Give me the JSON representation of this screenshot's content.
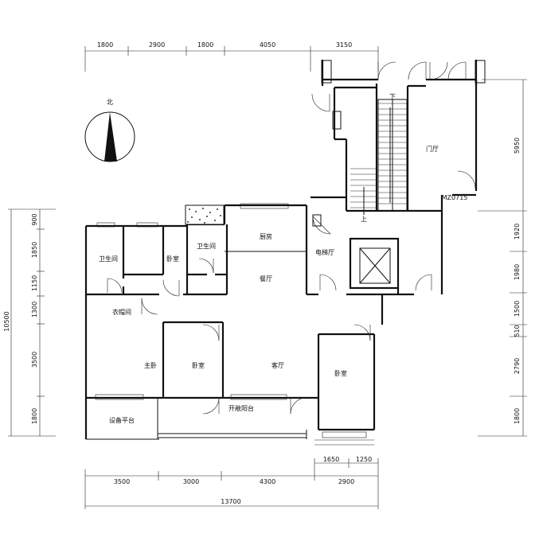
{
  "compass": {
    "north_label": "北"
  },
  "dims_top": [
    "1800",
    "2900",
    "1800",
    "4050",
    "3150"
  ],
  "dims_bottom": [
    "3500",
    "3000",
    "4300",
    "2900"
  ],
  "dims_bottom_total": "13700",
  "dims_window": [
    "1650",
    "1250"
  ],
  "dims_left": [
    "900",
    "1850",
    "1150",
    "1300",
    "3500",
    "1800"
  ],
  "dims_left_total": "10500",
  "dims_right": [
    "5950",
    "1920",
    "1980",
    "1500",
    "510",
    "2790",
    "1800"
  ],
  "rooms": {
    "bath1": "卫生间",
    "bedroom_top": "卧室",
    "bath2": "卫生间",
    "kitchen": "厨房",
    "elevator_hall": "电梯厅",
    "dining": "餐厅",
    "closet": "衣帽间",
    "master": "主卧",
    "bedroom_mid": "卧室",
    "living": "客厅",
    "bedroom_right": "卧室",
    "equipment": "设备平台",
    "balcony": "开敞阳台",
    "foyer": "门厅",
    "stair_down": "下",
    "stair_up": "上",
    "door_code": "MZ0715"
  }
}
